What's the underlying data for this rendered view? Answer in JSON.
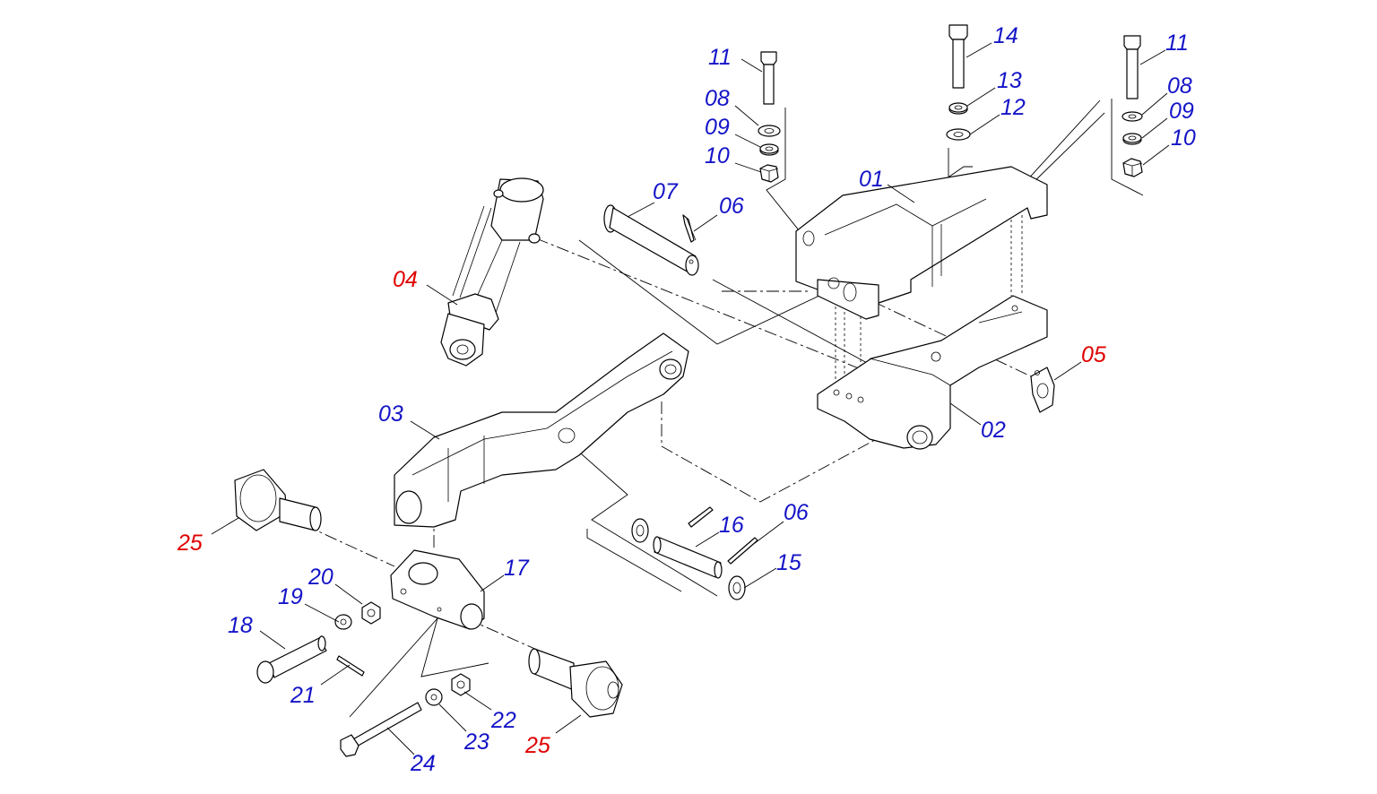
{
  "colors": {
    "standard": "#1414c8",
    "highlight": "#e00000",
    "line": "#000000"
  },
  "callouts": [
    {
      "id": "c-11a",
      "text": "11",
      "color": "standard"
    },
    {
      "id": "c-08a",
      "text": "08",
      "color": "standard"
    },
    {
      "id": "c-09a",
      "text": "09",
      "color": "standard"
    },
    {
      "id": "c-10a",
      "text": "10",
      "color": "standard"
    },
    {
      "id": "c-14",
      "text": "14",
      "color": "standard"
    },
    {
      "id": "c-13",
      "text": "13",
      "color": "standard"
    },
    {
      "id": "c-12",
      "text": "12",
      "color": "standard"
    },
    {
      "id": "c-11b",
      "text": "11",
      "color": "standard"
    },
    {
      "id": "c-08b",
      "text": "08",
      "color": "standard"
    },
    {
      "id": "c-09b",
      "text": "09",
      "color": "standard"
    },
    {
      "id": "c-10b",
      "text": "10",
      "color": "standard"
    },
    {
      "id": "c-07",
      "text": "07",
      "color": "standard"
    },
    {
      "id": "c-06a",
      "text": "06",
      "color": "standard"
    },
    {
      "id": "c-01",
      "text": "01",
      "color": "standard"
    },
    {
      "id": "c-04",
      "text": "04",
      "color": "highlight"
    },
    {
      "id": "c-05",
      "text": "05",
      "color": "highlight"
    },
    {
      "id": "c-03",
      "text": "03",
      "color": "standard"
    },
    {
      "id": "c-02",
      "text": "02",
      "color": "standard"
    },
    {
      "id": "c-25a",
      "text": "25",
      "color": "highlight"
    },
    {
      "id": "c-06b",
      "text": "06",
      "color": "standard"
    },
    {
      "id": "c-16",
      "text": "16",
      "color": "standard"
    },
    {
      "id": "c-15",
      "text": "15",
      "color": "standard"
    },
    {
      "id": "c-17",
      "text": "17",
      "color": "standard"
    },
    {
      "id": "c-20",
      "text": "20",
      "color": "standard"
    },
    {
      "id": "c-19",
      "text": "19",
      "color": "standard"
    },
    {
      "id": "c-18",
      "text": "18",
      "color": "standard"
    },
    {
      "id": "c-21",
      "text": "21",
      "color": "standard"
    },
    {
      "id": "c-22",
      "text": "22",
      "color": "standard"
    },
    {
      "id": "c-23",
      "text": "23",
      "color": "standard"
    },
    {
      "id": "c-25b",
      "text": "25",
      "color": "highlight"
    },
    {
      "id": "c-24",
      "text": "24",
      "color": "standard"
    }
  ]
}
